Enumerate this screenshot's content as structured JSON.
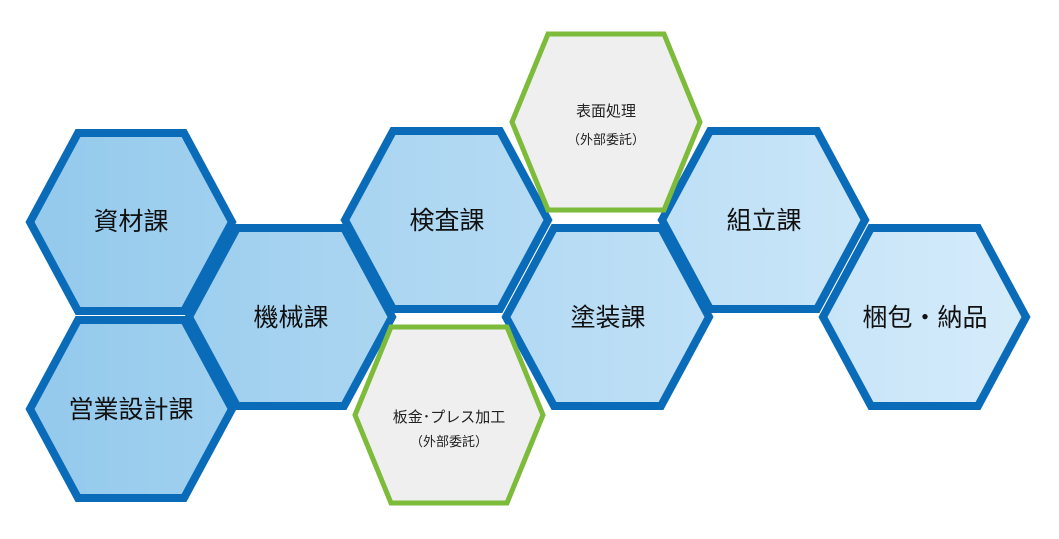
{
  "colors": {
    "department_border": "#0a6cb8",
    "external_border": "#7dbb3a",
    "external_fill": "#efefef",
    "gradient_left": "#93c9ec",
    "gradient_right": "#d6ecfb"
  },
  "departments": [
    {
      "id": "shizai",
      "label": "資材課"
    },
    {
      "id": "eigyo",
      "label": "営業設計課"
    },
    {
      "id": "kikai",
      "label": "機械課"
    },
    {
      "id": "kensa",
      "label": "検査課"
    },
    {
      "id": "toso",
      "label": "塗装課"
    },
    {
      "id": "kumitate",
      "label": "組立課"
    },
    {
      "id": "konpo",
      "label": "梱包・納品"
    }
  ],
  "external_processes": [
    {
      "id": "hyomen",
      "label": "表面処理",
      "sublabel": "（外部委託）"
    },
    {
      "id": "bankin",
      "label": "板金･プレス加工",
      "sublabel": "（外部委託）"
    }
  ]
}
